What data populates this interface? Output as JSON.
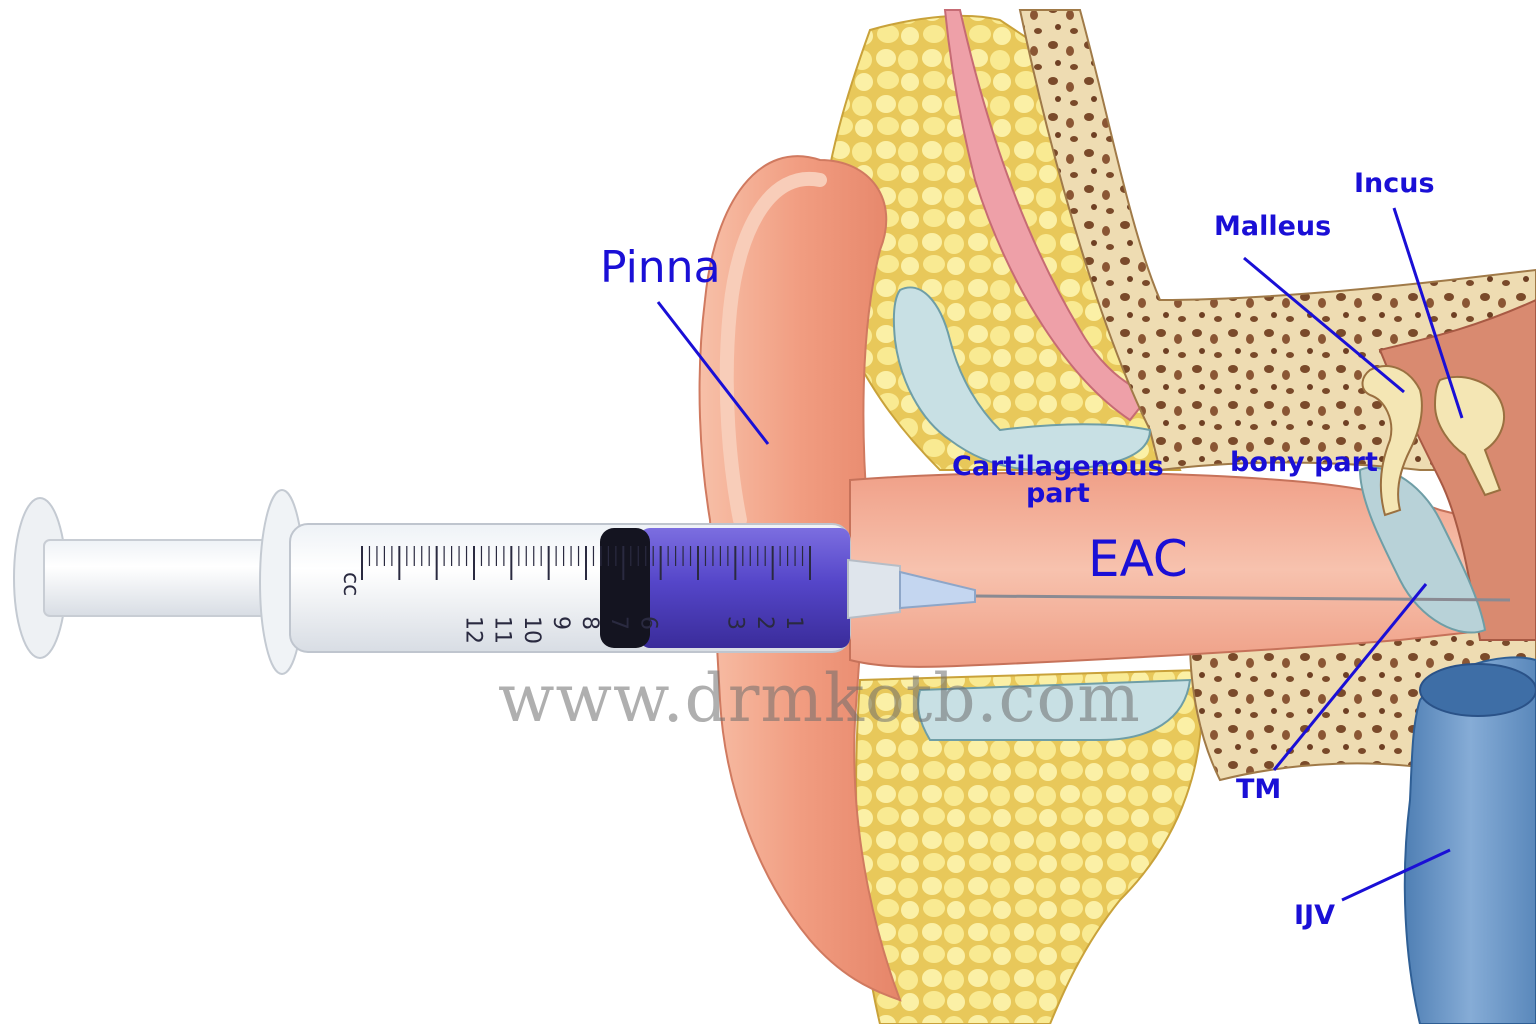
{
  "labels": {
    "pinna": "Pinna",
    "incus": "Incus",
    "malleus": "Malleus",
    "bony_part": "bony part",
    "cartilagenous_line1": "Cartilagenous",
    "cartilagenous_line2": "part",
    "eac": "EAC",
    "tm": "TM",
    "ijv": "IJV"
  },
  "watermark": "www.drmkotb.com",
  "syringe": {
    "scale_numbers": [
      "1",
      "2",
      "3",
      "6",
      "7",
      "8",
      "9",
      "10",
      "11",
      "12"
    ],
    "unit": "cc"
  },
  "colors": {
    "label": "#1a0fd6",
    "skin": "#f0a48a",
    "fat": "#f3e08a",
    "bone": "#ecd9b0",
    "fluid": "#5a4ac8",
    "vein": "#6a9ac8"
  }
}
